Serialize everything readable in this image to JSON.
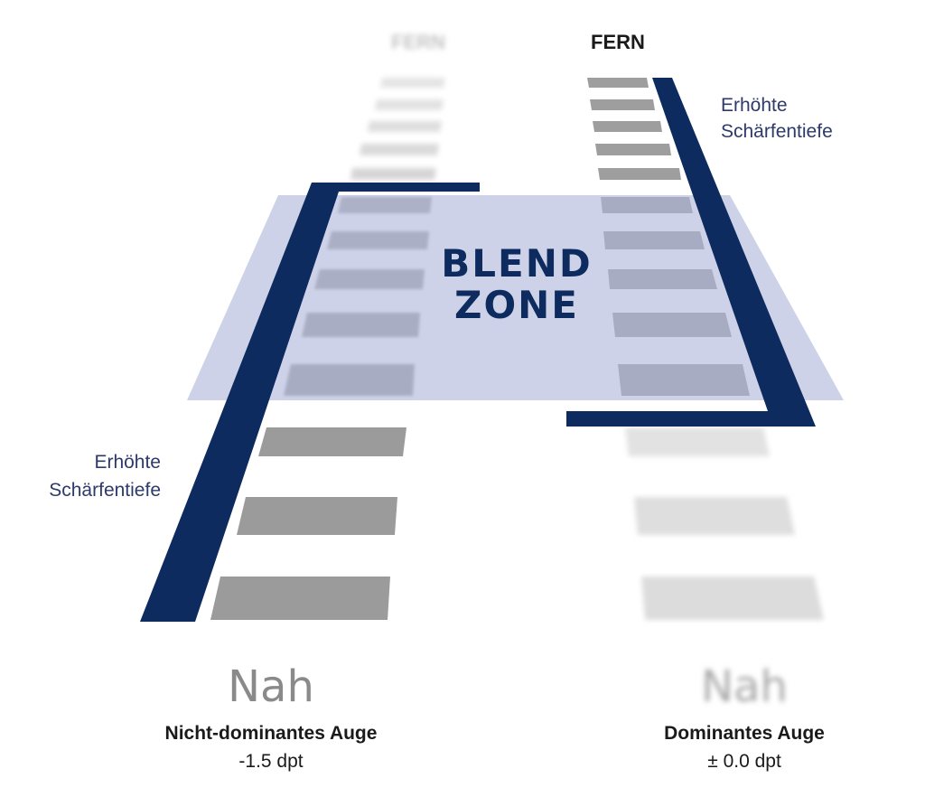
{
  "colors": {
    "navy": "#0d2b5e",
    "zone_fill": "#c9cfe6",
    "bar_dark": "#9b9b9b",
    "bar_light": "#dcdcdc",
    "text_gray": "#8a8a8a",
    "text_dark": "#1a1a1a"
  },
  "blend_zone": {
    "line1": "BLEND",
    "line2": "ZONE"
  },
  "left_eye": {
    "far_label": "FERN",
    "near_label": "Nah",
    "depth_of_field_line1": "Erhöhte",
    "depth_of_field_line2": "Schärfentiefe",
    "eye_label": "Nicht-dominantes Auge",
    "dpt": "-1.5 dpt"
  },
  "right_eye": {
    "far_label": "FERN",
    "near_label": "Nah",
    "depth_of_field_line1": "Erhöhte",
    "depth_of_field_line2": "Schärfentiefe",
    "eye_label": "Dominantes Auge",
    "dpt": "± 0.0 dpt"
  }
}
